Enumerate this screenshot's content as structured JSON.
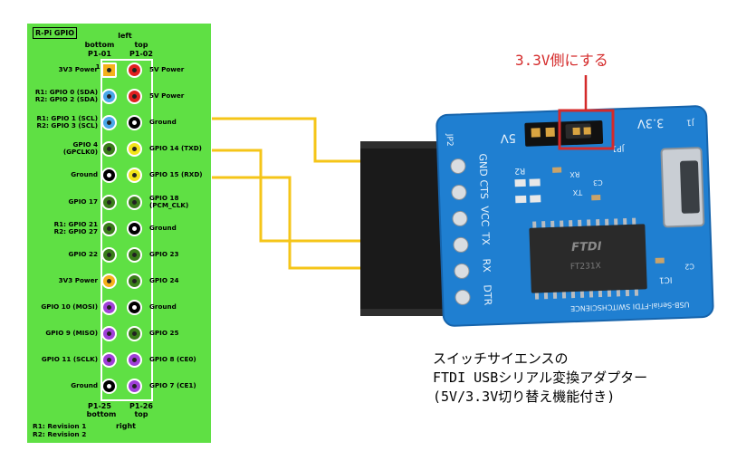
{
  "gpio": {
    "title": "R-Pi GPIO",
    "top_side": "left",
    "bottom_side": "right",
    "col_left_top": "bottom",
    "col_right_top": "top",
    "pin_left_top": "P1-01",
    "pin_right_top": "P1-02",
    "pin_left_bottom": "P1-25",
    "pin_right_bottom": "P1-26",
    "col_left_bottom": "bottom",
    "col_right_bottom": "top",
    "rows": [
      {
        "left": "3V3 Power",
        "left_color": "#f5b21b",
        "right": "5V Power",
        "right_color": "#e02020"
      },
      {
        "left": "R1: GPIO 0 (SDA)\nR2: GPIO 2 (SDA)",
        "left_color": "#4aa8e8",
        "right": "5V Power",
        "right_color": "#e02020"
      },
      {
        "left": "R1: GPIO 1 (SCL)\nR2: GPIO 3 (SCL)",
        "left_color": "#4aa8e8",
        "right": "Ground",
        "right_color": "#000000"
      },
      {
        "left": "GPIO 4\n(GPCLK0)",
        "left_color": "#3a7d1a",
        "right": "GPIO 14 (TXD)",
        "right_color": "#f2e41a"
      },
      {
        "left": "Ground",
        "left_color": "#000000",
        "right": "GPIO 15 (RXD)",
        "right_color": "#f2e41a"
      },
      {
        "left": "GPIO 17",
        "left_color": "#3a7d1a",
        "right": "GPIO 18\n(PCM_CLK)",
        "right_color": "#3a7d1a"
      },
      {
        "left": "R1: GPIO 21\nR2: GPIO 27",
        "left_color": "#3a7d1a",
        "right": "Ground",
        "right_color": "#000000"
      },
      {
        "left": "GPIO 22",
        "left_color": "#3a7d1a",
        "right": "GPIO 23",
        "right_color": "#3a7d1a"
      },
      {
        "left": "3V3 Power",
        "left_color": "#f5b21b",
        "right": "GPIO 24",
        "right_color": "#3a7d1a"
      },
      {
        "left": "GPIO 10 (MOSI)",
        "left_color": "#a040d8",
        "right": "Ground",
        "right_color": "#000000"
      },
      {
        "left": "GPIO 9 (MISO)",
        "left_color": "#a040d8",
        "right": "GPIO 25",
        "right_color": "#3a7d1a"
      },
      {
        "left": "GPIO 11 (SCLK)",
        "left_color": "#a040d8",
        "right": "GPIO 8 (CE0)",
        "right_color": "#a040d8"
      },
      {
        "left": "Ground",
        "left_color": "#000000",
        "right": "GPIO 7 (CE1)",
        "right_color": "#a040d8"
      }
    ],
    "revision1": "R1: Revision 1",
    "revision2": "R2: Revision 2",
    "pin1_marker": "1"
  },
  "board": {
    "jumper_label_5v": "5V",
    "jumper_label_33v": "3.3V",
    "jp1": "JP1",
    "jp2": "JP2",
    "j1": "J1",
    "ic1": "IC1",
    "pins": [
      "GND",
      "CTS",
      "VCC",
      "TX",
      "RX",
      "DTR"
    ],
    "r2": "R2",
    "rx": "RX",
    "tx": "TX",
    "c3": "C3",
    "c2": "C2",
    "chip_brand": "FTDI",
    "chip_part": "FT231X",
    "board_text": "USB-Serial-FTDI SWITCHSCIENCE"
  },
  "annotation": "3.3V側にする",
  "caption": {
    "line1": "スイッチサイエンスの",
    "line2": "FTDI USBシリアル変換アダプター",
    "line3": "(5V/3.3V切り替え機能付き)"
  },
  "colors": {
    "gpio_bg": "#5fe044",
    "wire": "#f5c518",
    "board": "#1f7fd1",
    "annotation_red": "#d42a2a"
  }
}
